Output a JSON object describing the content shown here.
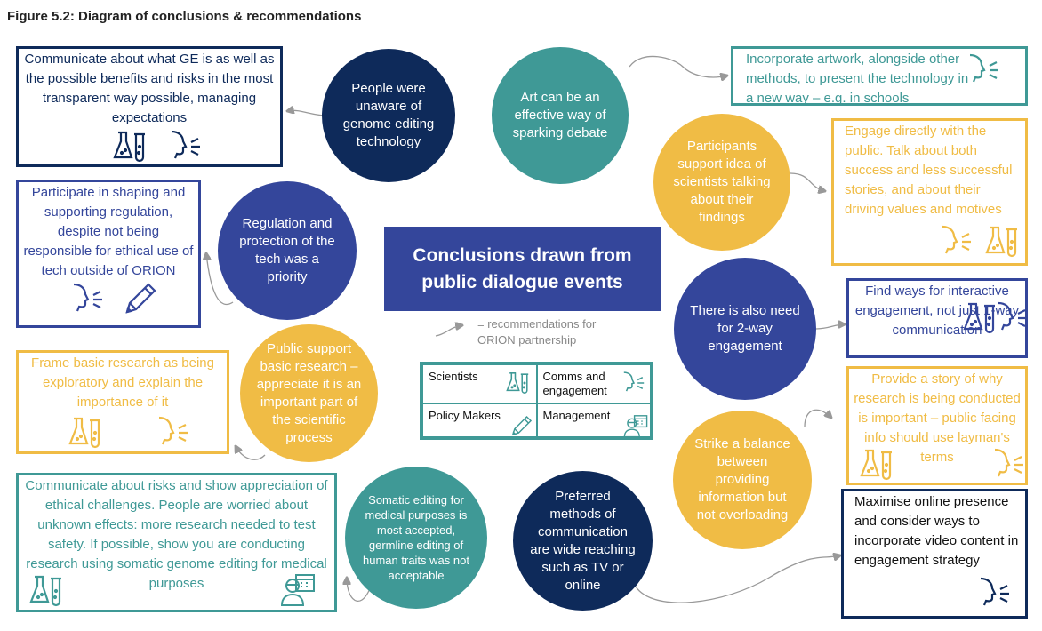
{
  "title": "Figure 5.2: Diagram of conclusions & recommendations",
  "center": "Conclusions drawn from public dialogue events",
  "legend": {
    "note": "= recommendations for ORION partnership",
    "items": [
      "Scientists",
      "Comms and engagement",
      "Policy Makers",
      "Management"
    ]
  },
  "conclusions": [
    "People were unaware of genome editing technology",
    "Art can be an effective way of sparking debate",
    "Participants support idea of scientists talking about their findings",
    "Regulation and protection of the tech was a priority",
    "There is also need for 2-way engagement",
    "Public support basic research – appreciate it is an important part of the scientific process",
    "Strike a balance between providing information but not overloading",
    "Somatic editing for medical purposes is most accepted, germline editing of human traits was not acceptable",
    "Preferred methods of communication are wide reaching such as TV or online"
  ],
  "recommendations": [
    "Communicate about what GE is as well as the possible benefits and risks in the most transparent way possible, managing expectations",
    "Participate in shaping and supporting regulation, despite not being responsible for ethical use of tech outside of ORION",
    "Frame basic research as being exploratory and explain the importance of it",
    "Communicate about risks and show appreciation of ethical challenges. People are worried about unknown effects: more research needed to test safety. If possible, show you are conducting research using somatic genome editing for medical purposes",
    "Incorporate artwork, alongside other methods, to present the technology in a new way – e.g. in schools",
    "Engage directly with the public. Talk about both success and less successful stories, and about their driving values and motives",
    "Find ways for interactive engagement, not just 1-way communication",
    "Provide a story of why research is being conducted is important – public facing info should use layman's terms",
    "Maximise online presence and consider ways to incorporate video content in engagement strategy"
  ],
  "colors": {
    "navy": "#0e2a5a",
    "teal": "#3f9996",
    "blue": "#34469b",
    "yellow": "#f0bc45",
    "arrow": "#999999"
  }
}
